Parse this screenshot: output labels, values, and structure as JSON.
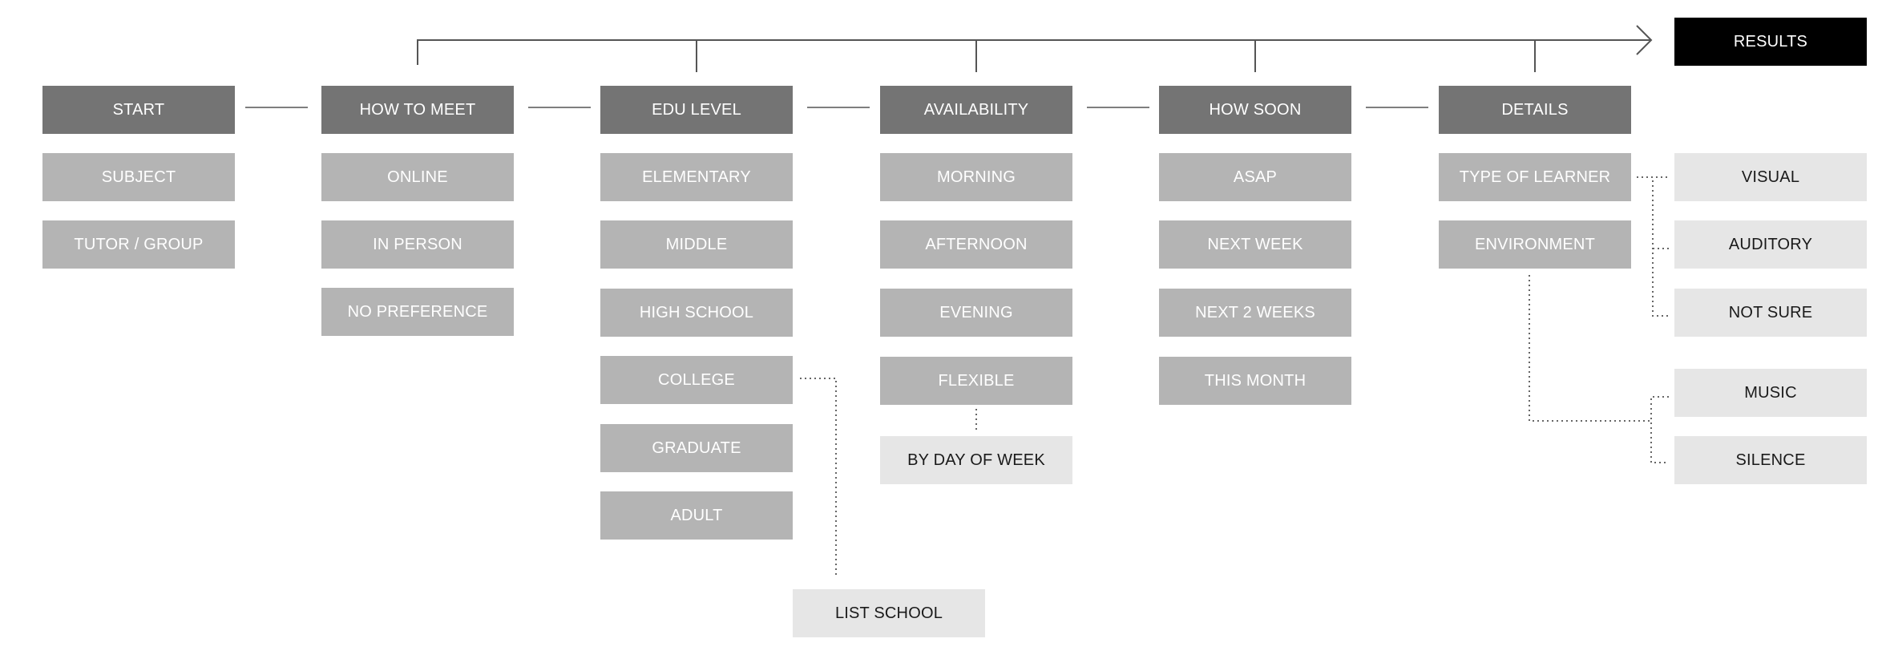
{
  "results": "RESULTS",
  "headers": [
    "START",
    "HOW TO MEET",
    "EDU LEVEL",
    "AVAILABILITY",
    "HOW SOON",
    "DETAILS"
  ],
  "columns": [
    [
      "SUBJECT",
      "TUTOR / GROUP"
    ],
    [
      "ONLINE",
      "IN PERSON",
      "NO PREFERENCE"
    ],
    [
      "ELEMENTARY",
      "MIDDLE",
      "HIGH SCHOOL",
      "COLLEGE",
      "GRADUATE",
      "ADULT"
    ],
    [
      "MORNING",
      "AFTERNOON",
      "EVENING",
      "FLEXIBLE"
    ],
    [
      "ASAP",
      "NEXT WEEK",
      "NEXT 2 WEEKS",
      "THIS MONTH"
    ],
    [
      "TYPE OF LEARNER",
      "ENVIRONMENT"
    ]
  ],
  "extras": {
    "list_school": "LIST SCHOOL",
    "by_day_of_week": "BY DAY OF WEEK"
  },
  "learner_types": [
    "VISUAL",
    "AUDITORY",
    "NOT SURE"
  ],
  "environments": [
    "MUSIC",
    "SILENCE"
  ],
  "colors": {
    "header": "#747474",
    "option": "#b4b4b4",
    "sub_option": "#e6e6e6",
    "results": "#000000",
    "line": "#555555"
  }
}
